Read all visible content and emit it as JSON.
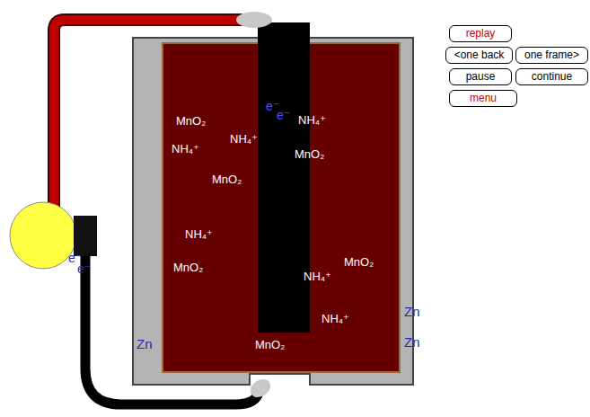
{
  "diagram": {
    "nodes": [
      {
        "text": [
          "replay"
        ]
      },
      {
        "text": [
          "<one back"
        ]
      },
      {
        "text": [
          "one frame>"
        ]
      },
      {
        "text": [
          "pause"
        ]
      },
      {
        "text": [
          "continue"
        ]
      },
      {
        "text": [
          "menu"
        ]
      }
    ],
    "labels": [
      "MnO₂",
      "MnO₂",
      "MnO₂",
      "MnO₂",
      "MnO₂",
      "MnO₂",
      "NH₄⁺",
      "NH₄⁺",
      "NH₄⁺",
      "NH₄⁺",
      "NH₄⁺",
      "NH₄⁺",
      "e⁻",
      "e⁻",
      "e⁻",
      "e⁻",
      "Zn",
      "Zn",
      "Zn"
    ]
  }
}
